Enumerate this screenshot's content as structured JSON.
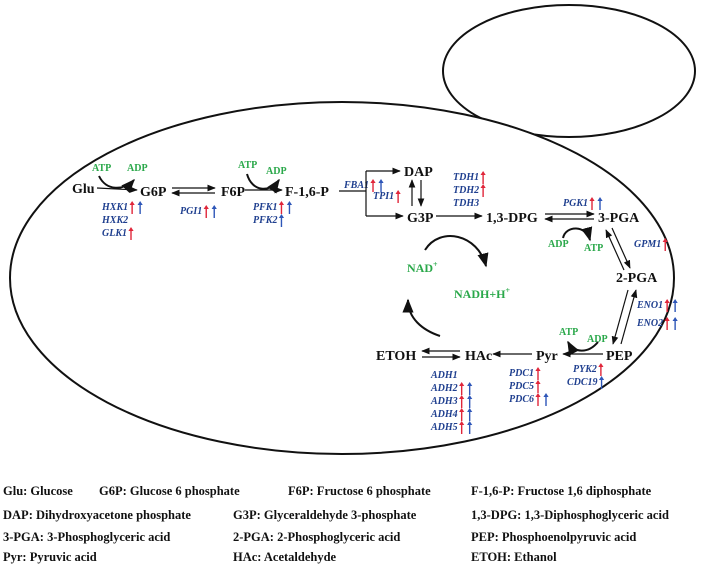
{
  "metabolites": {
    "glu": "Glu",
    "g6p": "G6P",
    "f6p": "F6P",
    "f16p": "F-1,6-P",
    "dap": "DAP",
    "g3p": "G3P",
    "dpg13": "1,3-DPG",
    "pga3": "3-PGA",
    "pga2": "2-PGA",
    "pep": "PEP",
    "pyr": "Pyr",
    "hac": "HAc",
    "etoh": "ETOH"
  },
  "cofactors": {
    "atp": "ATP",
    "adp": "ADP",
    "nad": "NAD",
    "nad_sup": "+",
    "nadh": "NADH+H",
    "nadh_sup": "+"
  },
  "genes": {
    "hxk1": "HXK1",
    "hxk2": "HXK2",
    "glk1": "GLK1",
    "pgi1": "PGI1",
    "pfk1": "PFK1",
    "pfk2": "PFK2",
    "fba1": "FBA1",
    "tpi1": "TPI1",
    "tdh1": "TDH1",
    "tdh2": "TDH2",
    "tdh3": "TDH3",
    "pgk1": "PGK1",
    "gpm1": "GPM1",
    "eno1": "ENO1",
    "eno2": "ENO2",
    "pyk2": "PYK2",
    "cdc19": "CDC19",
    "pdc1": "PDC1",
    "pdc5": "PDC5",
    "pdc6": "PDC6",
    "adh1": "ADH1",
    "adh2": "ADH2",
    "adh3": "ADH3",
    "adh4": "ADH4",
    "adh5": "ADH5"
  },
  "legend": {
    "r1c1": "Glu: Glucose",
    "r1c2": "G6P: Glucose 6 phosphate",
    "r1c3": "F6P: Fructose 6 phosphate",
    "r1c4": "F-1,6-P: Fructose 1,6 diphosphate",
    "r2c1": "DAP: Dihydroxyacetone phosphate",
    "r2c2": "G3P: Glyceraldehyde 3-phosphate",
    "r2c3": "1,3-DPG: 1,3-Diphosphoglyceric acid",
    "r3c1": "3-PGA: 3-Phosphoglyceric acid",
    "r3c2": "2-PGA: 2-Phosphoglyceric acid",
    "r3c3": "PEP: Phosphoenolpyruvic acid",
    "r4c1": "Pyr: Pyruvic acid",
    "r4c2": "HAc: Acetaldehyde",
    "r4c3": "ETOH: Ethanol"
  },
  "colors": {
    "up": "#e0263a",
    "down": "#2e56b8",
    "gene": "#1f3f8f",
    "cofactor": "#2aa84a"
  },
  "expression_arrows": [
    {
      "gene": "HXK1",
      "marks": [
        "up",
        "down"
      ]
    },
    {
      "gene": "GLK1",
      "marks": [
        "up"
      ]
    },
    {
      "gene": "PGI1",
      "marks": [
        "up",
        "down"
      ]
    },
    {
      "gene": "PFK1",
      "marks": [
        "up",
        "down"
      ]
    },
    {
      "gene": "PFK2",
      "marks": [
        "down"
      ]
    },
    {
      "gene": "FBA1",
      "marks": [
        "up",
        "down"
      ]
    },
    {
      "gene": "TPI1",
      "marks": [
        "up"
      ]
    },
    {
      "gene": "TDH1",
      "marks": [
        "up"
      ]
    },
    {
      "gene": "TDH2",
      "marks": [
        "up"
      ]
    },
    {
      "gene": "PGK1",
      "marks": [
        "up",
        "down"
      ]
    },
    {
      "gene": "GPM1",
      "marks": [
        "up"
      ]
    },
    {
      "gene": "ENO1",
      "marks": [
        "up",
        "down"
      ]
    },
    {
      "gene": "ENO2",
      "marks": [
        "up",
        "down"
      ]
    },
    {
      "gene": "PYK2",
      "marks": [
        "up"
      ]
    },
    {
      "gene": "CDC19",
      "marks": [
        "down"
      ]
    },
    {
      "gene": "PDC1",
      "marks": [
        "up"
      ]
    },
    {
      "gene": "PDC5",
      "marks": [
        "up"
      ]
    },
    {
      "gene": "PDC6",
      "marks": [
        "up",
        "down"
      ]
    },
    {
      "gene": "ADH2",
      "marks": [
        "up",
        "down"
      ]
    },
    {
      "gene": "ADH3",
      "marks": [
        "up",
        "down"
      ]
    },
    {
      "gene": "ADH4",
      "marks": [
        "up",
        "down"
      ]
    },
    {
      "gene": "ADH5",
      "marks": [
        "up",
        "down"
      ]
    }
  ]
}
